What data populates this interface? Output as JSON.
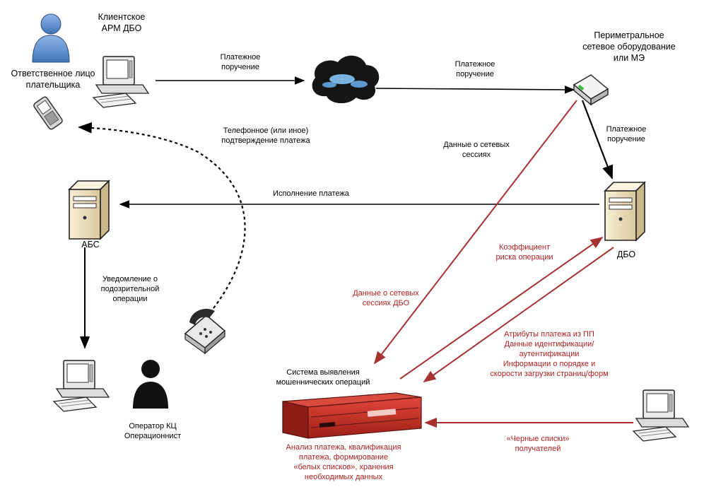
{
  "nodes": {
    "client_workstation": "Клиентское\nАРМ ДБО",
    "responsible_person": "Ответственное лицо\nплательщика",
    "perimeter": "Периметральное\nсетевое оборудование\nили МЭ",
    "abs": "АБС",
    "dbo": "ДБО",
    "fraud_system": "Система выявления\nмошеннических операций",
    "operator": "Оператор КЦ\nОперационнист"
  },
  "flows": {
    "payment_order_1": "Платежное\nпоручение",
    "payment_order_2": "Платежное\nпоручение",
    "payment_order_3": "Платежное\nпоручение",
    "phone_confirmation": "Телефонное (или иное)\nподтверждение платежа",
    "network_session_data": "Данные о сетевых\nсессиях",
    "payment_execution": "Исполнение платежа",
    "suspicious_notice": "Уведомление о\nподозрительной\nоперации",
    "risk_coefficient": "Коэффициент\nриска операции",
    "dbo_session_data": "Данные о сетевых\nсессиях ДБО",
    "payment_attributes": "Атрибуты платежа из ПП\nДанные идентификации/\nаутентификации\nИнформации о порядке и\nскорости загрузки страниц/форм",
    "blacklists": "«Черные списки»\nполучателей",
    "analysis": "Анализ платежа, квалификация\nплатежа, формирование\n«белых списков», хранения\nнеобходимых данных"
  },
  "colors": {
    "black_flow": "#000000",
    "red_flow": "#a83232",
    "red_text": "#b02020",
    "person_blue": "#5b8fd0",
    "server_beige": "#efe3c0",
    "appliance_red": "#c8322a"
  }
}
